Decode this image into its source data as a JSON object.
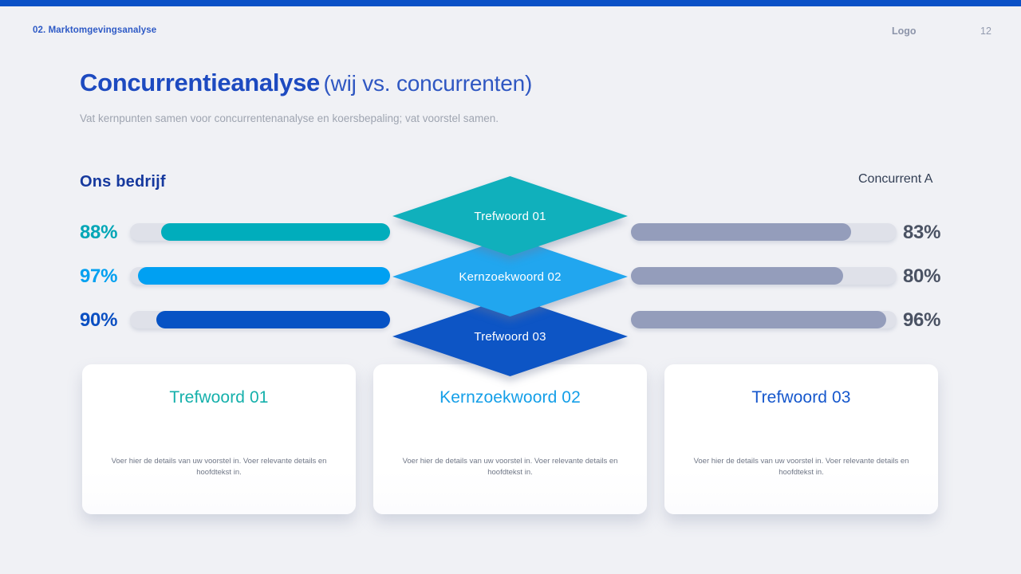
{
  "header": {
    "section": "02. Marktomgevingsanalyse",
    "logo": "Logo",
    "page_number": "12"
  },
  "title": {
    "main": "Concurrentieanalyse",
    "suffix": "(wij vs. concurrenten)",
    "subtitle": "Vat kernpunten samen voor concurrentenanalyse en koersbepaling; vat voorstel samen."
  },
  "comparison": {
    "left_heading": "Ons bedrijf",
    "right_heading": "Concurrent A",
    "competitor_fill_color": "#949dbb",
    "rows": [
      {
        "keyword": "Trefwoord 01",
        "our_value": "88%",
        "our_pct": 88,
        "our_fill_color": "#00adbc",
        "our_label_color": "#00a6b6",
        "competitor_value": "83%",
        "competitor_pct": 83,
        "diamond_color": "#10b0bc"
      },
      {
        "keyword": "Kernzoekwoord 02",
        "our_value": "97%",
        "our_pct": 97,
        "our_fill_color": "#00a0f2",
        "our_label_color": "#00a0f0",
        "competitor_value": "80%",
        "competitor_pct": 80,
        "diamond_color": "#21a6ef"
      },
      {
        "keyword": "Trefwoord 03",
        "our_value": "90%",
        "our_pct": 90,
        "our_fill_color": "#0652c4",
        "our_label_color": "#0a4fc2",
        "competitor_value": "96%",
        "competitor_pct": 96,
        "diamond_color": "#0d55c5"
      }
    ]
  },
  "cards": [
    {
      "title": "Trefwoord 01",
      "title_color": "#15b0ab",
      "body": "Voer hier de details van uw voorstel in. Voer relevante details en hoofdtekst in."
    },
    {
      "title": "Kernzoekwoord 02",
      "title_color": "#149fe8",
      "body": "Voer hier de details van uw voorstel in. Voer relevante details en hoofdtekst in."
    },
    {
      "title": "Trefwoord 03",
      "title_color": "#1557cc",
      "body": "Voer hier de details van uw voorstel in. Voer relevante details en hoofdtekst in."
    }
  ],
  "colors": {
    "top_bar": "#0b51c7",
    "background": "#f0f1f5"
  }
}
